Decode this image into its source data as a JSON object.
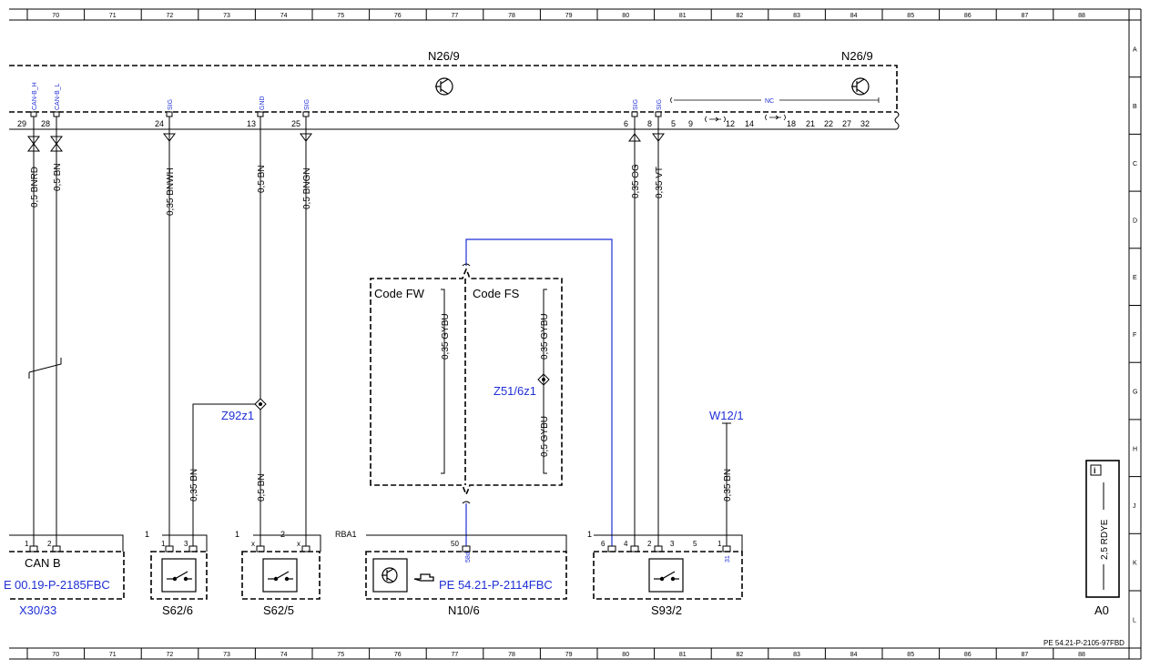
{
  "grid": {
    "columns": [
      "70",
      "71",
      "72",
      "73",
      "74",
      "75",
      "76",
      "77",
      "78",
      "79",
      "80",
      "81",
      "82",
      "83",
      "84",
      "85",
      "86",
      "87",
      "88"
    ],
    "rows": [
      "A",
      "B",
      "C",
      "D",
      "E",
      "F",
      "G",
      "H",
      "J",
      "K",
      "L"
    ]
  },
  "control_unit": {
    "name_left": "N26/9",
    "name_right": "N26/9",
    "pins": [
      "29",
      "28",
      "24",
      "13",
      "25",
      "6",
      "8",
      "5",
      "9",
      "12",
      "14",
      "18",
      "21",
      "22",
      "27",
      "32"
    ],
    "pin_signals": [
      "CAN-B_H",
      "CAN-B_L",
      "SIG",
      "GND",
      "SIG",
      "SIG",
      "SIG"
    ],
    "nc_label": "NC"
  },
  "wires": {
    "can_h": "0,5 BNRD",
    "can_l": "0,5 BN",
    "pin24": "0,35 BNWH",
    "pin13": "0,5 BN",
    "pin25": "0,5 BNGN",
    "pin6": "0,35 OG",
    "pin8": "0,35 VT",
    "z92": "0,35 BN",
    "s62_5": "0,5 BN",
    "code_fw": "0,35 GYBU",
    "code_fs_top": "0,35 GYBU",
    "code_fs_bottom": "0,5 GYBU",
    "w12": "0,35 BN",
    "ground_a0": "2,5 RDYE"
  },
  "splices": {
    "z92": "Z92z1",
    "z51": "Z51/6z1",
    "w12": "W12/1"
  },
  "code_boxes": {
    "fw": "Code FW",
    "fs": "Code FS"
  },
  "components": {
    "x30": {
      "name": "X30/33",
      "label": "CAN B",
      "ref": "00.19-P-2185FBC",
      "ref_prefix": "E",
      "pins": [
        "1",
        "2"
      ]
    },
    "s62_6": {
      "name": "S62/6",
      "pins": [
        "1",
        "3"
      ],
      "group": "1"
    },
    "s62_5": {
      "name": "S62/5",
      "pins": [
        "x",
        "x"
      ],
      "groups": [
        "1",
        "2"
      ]
    },
    "n10": {
      "name": "N10/6",
      "connector": "RBA1",
      "pin": "50",
      "pin_signal": "58d",
      "ref": "PE 54.21-P-2114FBC"
    },
    "s93": {
      "name": "S93/2",
      "pins": [
        "6",
        "4",
        "2",
        "3",
        "5",
        "1"
      ],
      "group": "1",
      "pin_signal": "31"
    },
    "a0": {
      "name": "A0"
    }
  },
  "footer_id": "PE 54.21-P-2105-97FBD"
}
